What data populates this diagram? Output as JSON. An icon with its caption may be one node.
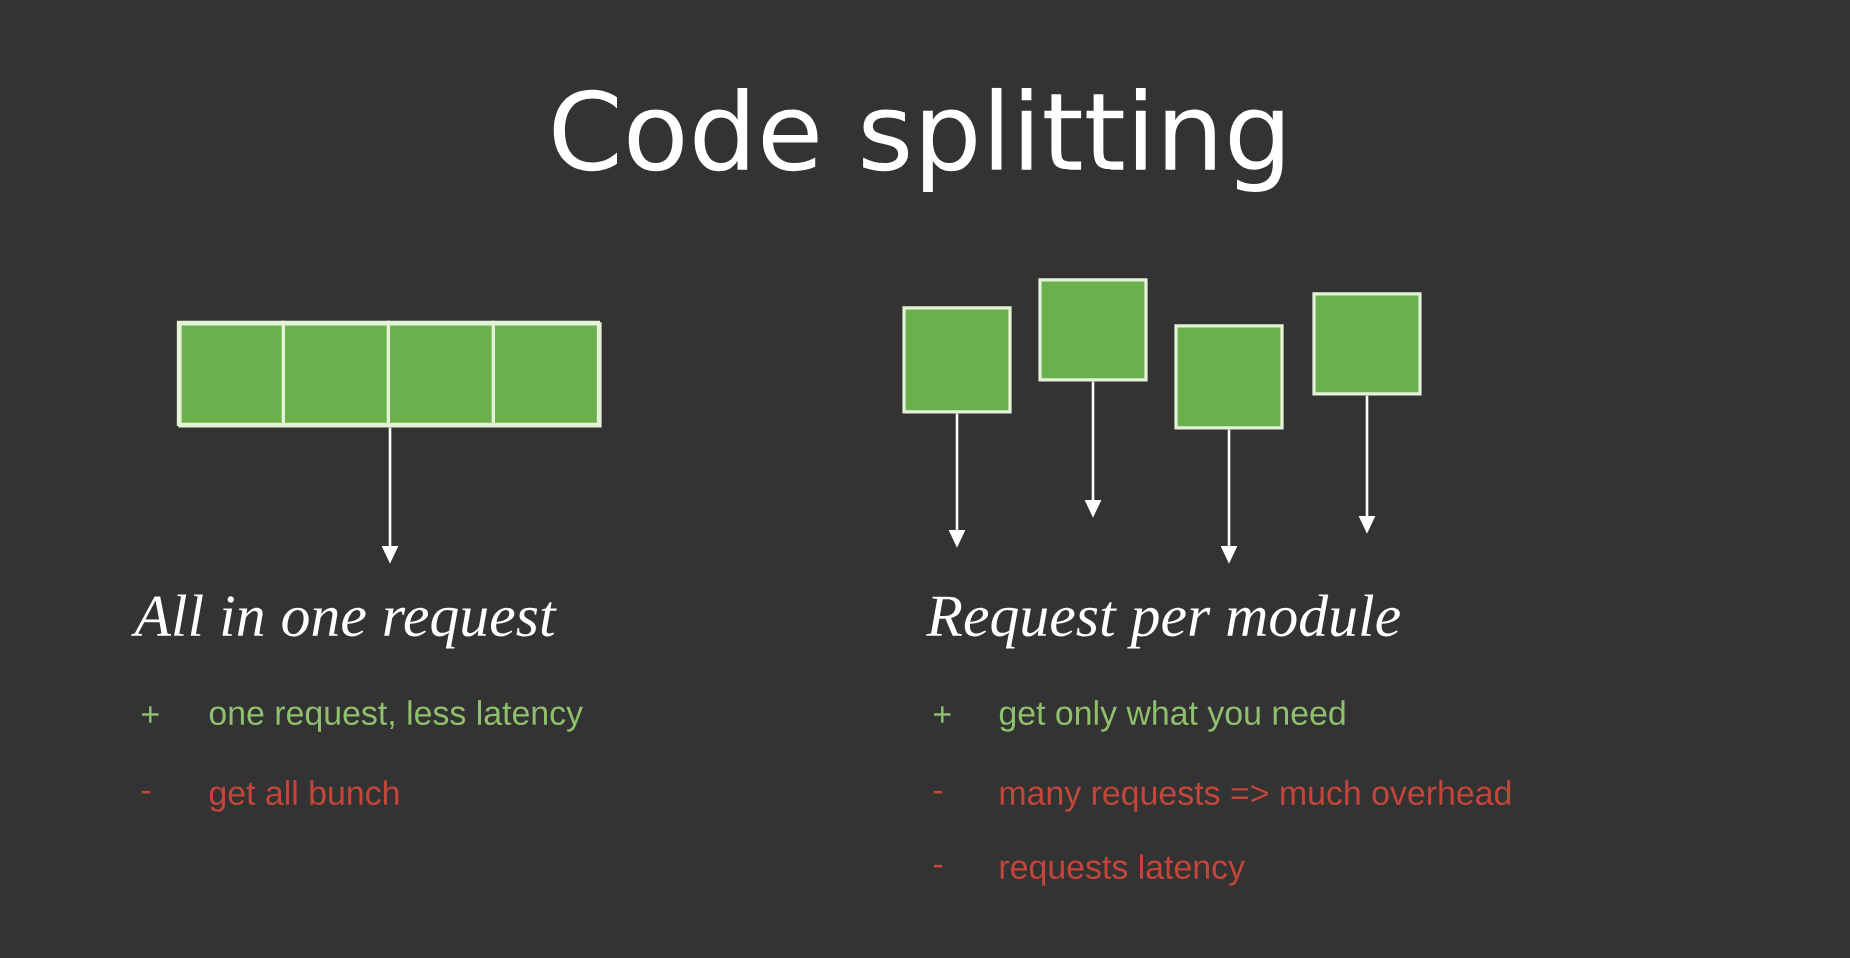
{
  "diagram": {
    "title": "Code splitting",
    "nodes": [
      {
        "text": [],
        "shape": "bar"
      },
      {
        "text": [],
        "shape": "box",
        "in": 0
      },
      {
        "text": [],
        "shape": "box",
        "in": 0
      },
      {
        "text": [],
        "shape": "box",
        "in": 0
      },
      {
        "text": [],
        "shape": "box",
        "in": 0
      },
      {
        "text": [],
        "shape": "box"
      },
      {
        "text": [],
        "shape": "box"
      },
      {
        "text": [],
        "shape": "box"
      },
      {
        "text": [],
        "shape": "box"
      },
      {
        "text": [
          "All in one request"
        ]
      },
      {
        "text": [
          "Request per module"
        ]
      }
    ],
    "edges": [
      {
        "from": 0,
        "to": 9,
        "arrow": "to"
      },
      {
        "from": 5,
        "to": 10,
        "arrow": "to"
      },
      {
        "from": 6,
        "to": 10,
        "arrow": "to"
      },
      {
        "from": 7,
        "to": 10,
        "arrow": "to"
      },
      {
        "from": 8,
        "to": 10,
        "arrow": "to"
      }
    ],
    "labels": [
      "+",
      "one request, less latency",
      "-",
      "get all bunch",
      "+",
      "get only what you need",
      "-",
      "many requests => much overhead",
      "-",
      "requests latency"
    ]
  }
}
